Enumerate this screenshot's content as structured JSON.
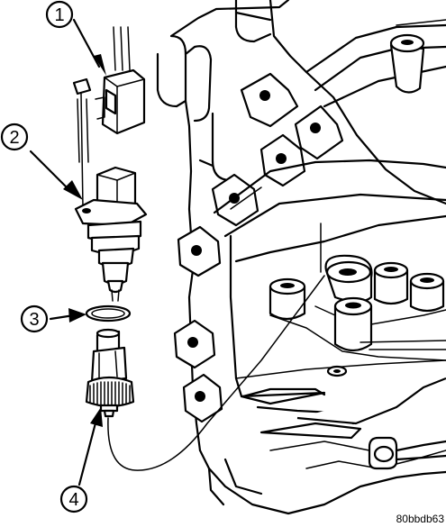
{
  "figure": {
    "callouts": [
      {
        "label": "1"
      },
      {
        "label": "2"
      },
      {
        "label": "3"
      },
      {
        "label": "4"
      }
    ],
    "code": "80bbdb63"
  }
}
